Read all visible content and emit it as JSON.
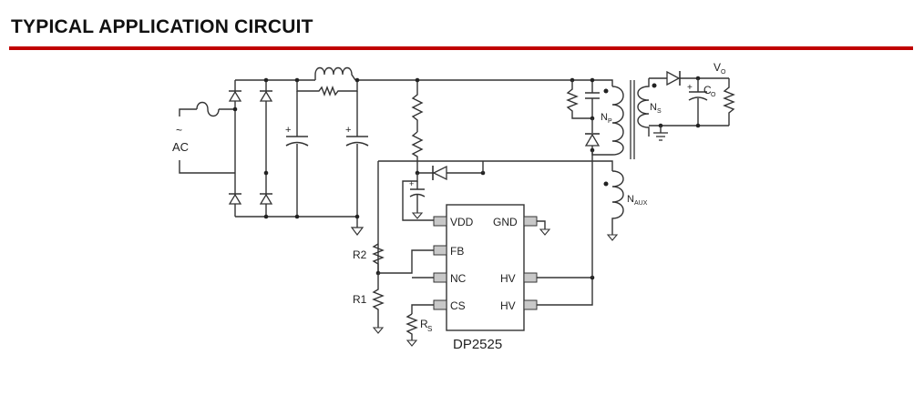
{
  "header": {
    "title": "TYPICAL APPLICATION CIRCUIT",
    "rule_color": "#c00000"
  },
  "diagram": {
    "input_label_tilde": "~",
    "input_label": "AC",
    "cap_plus": "+",
    "ic": {
      "part_number": "DP2525",
      "pins": {
        "vdd": "VDD",
        "gnd": "GND",
        "fb": "FB",
        "nc": "NC",
        "cs": "CS",
        "hv1": "HV",
        "hv2": "HV"
      }
    },
    "resistors": {
      "r2": "R2",
      "r1": "R1",
      "rs": "R",
      "rs_sub": "S"
    },
    "transformer": {
      "np": "N",
      "np_sub": "P",
      "ns": "N",
      "ns_sub": "S",
      "naux": "N",
      "naux_sub": "AUX"
    },
    "output": {
      "vo": "V",
      "vo_sub": "O",
      "co": "C",
      "co_sub": "O"
    }
  }
}
